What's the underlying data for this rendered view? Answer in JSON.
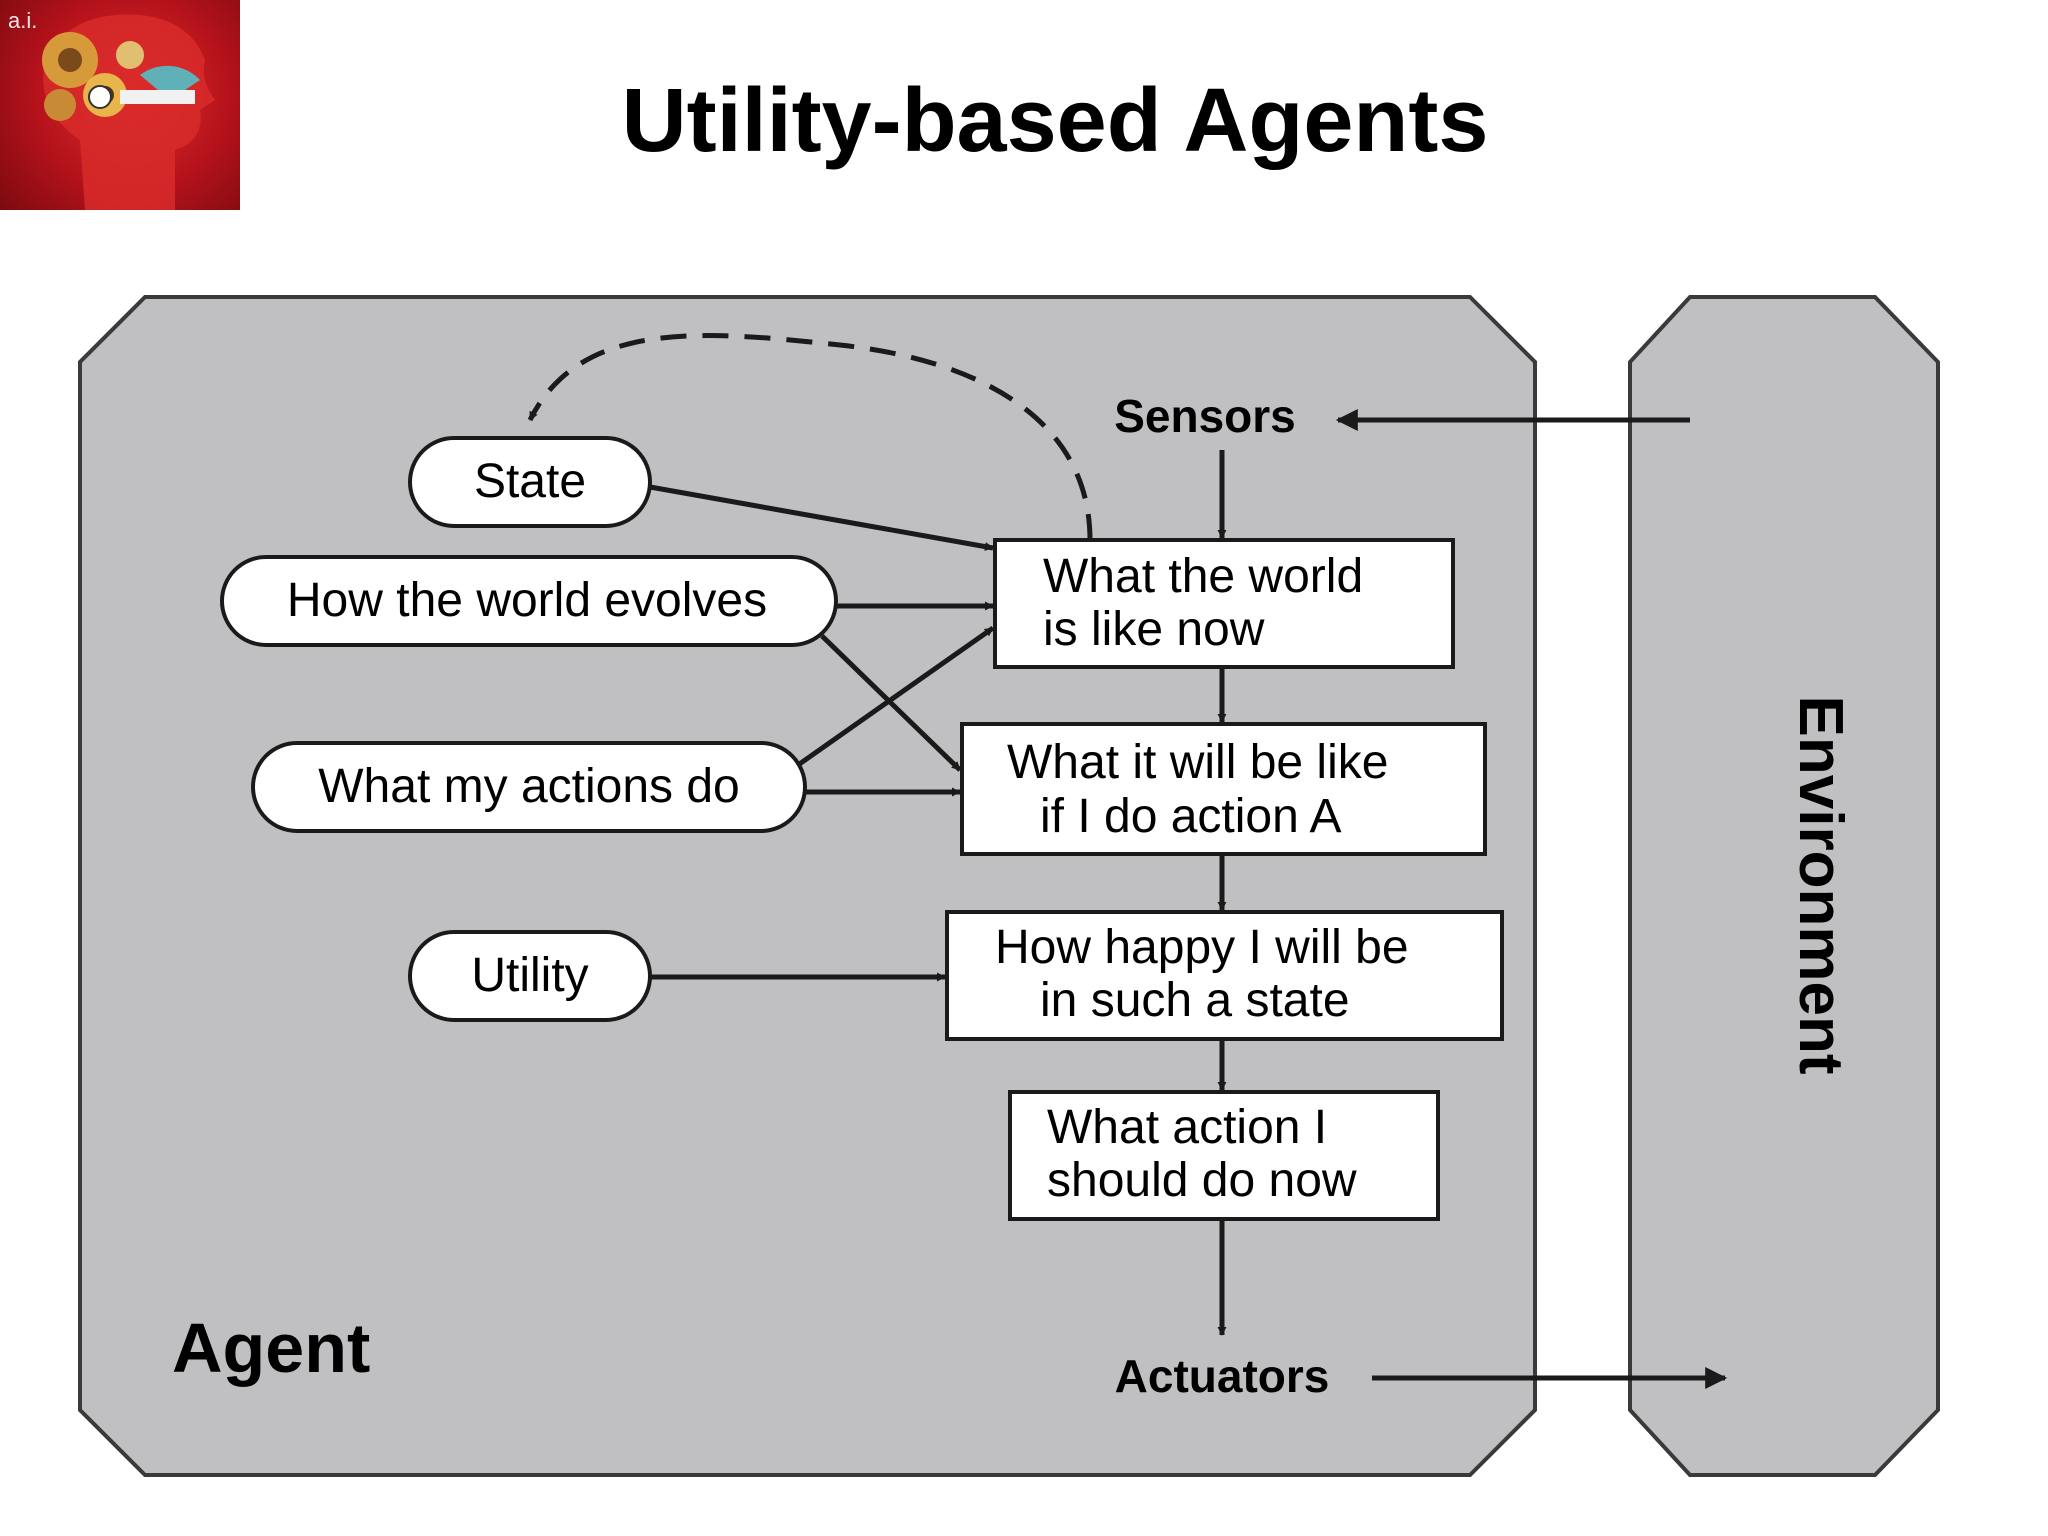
{
  "slide": {
    "title": "Utility-based Agents",
    "logo_text": "a.i."
  },
  "diagram": {
    "agent_label": "Agent",
    "environment_label": "Environment",
    "sensors_label": "Sensors",
    "actuators_label": "Actuators",
    "ovals": {
      "state": "State",
      "world_evolves": "How the world evolves",
      "actions_do": "What my actions do",
      "utility": "Utility"
    },
    "boxes": {
      "world_now": [
        "What the world",
        "is like now"
      ],
      "if_action": [
        "What it will be like",
        "if I do action A"
      ],
      "how_happy": [
        "How happy I will be",
        "in such a state"
      ],
      "action_now": [
        "What action I",
        "should do now"
      ]
    }
  },
  "colors": {
    "panel_fill": "#c0bfc2",
    "panel_stroke": "#3a3a3a",
    "box_fill": "#ffffff",
    "logo_red": "#b5121b"
  }
}
